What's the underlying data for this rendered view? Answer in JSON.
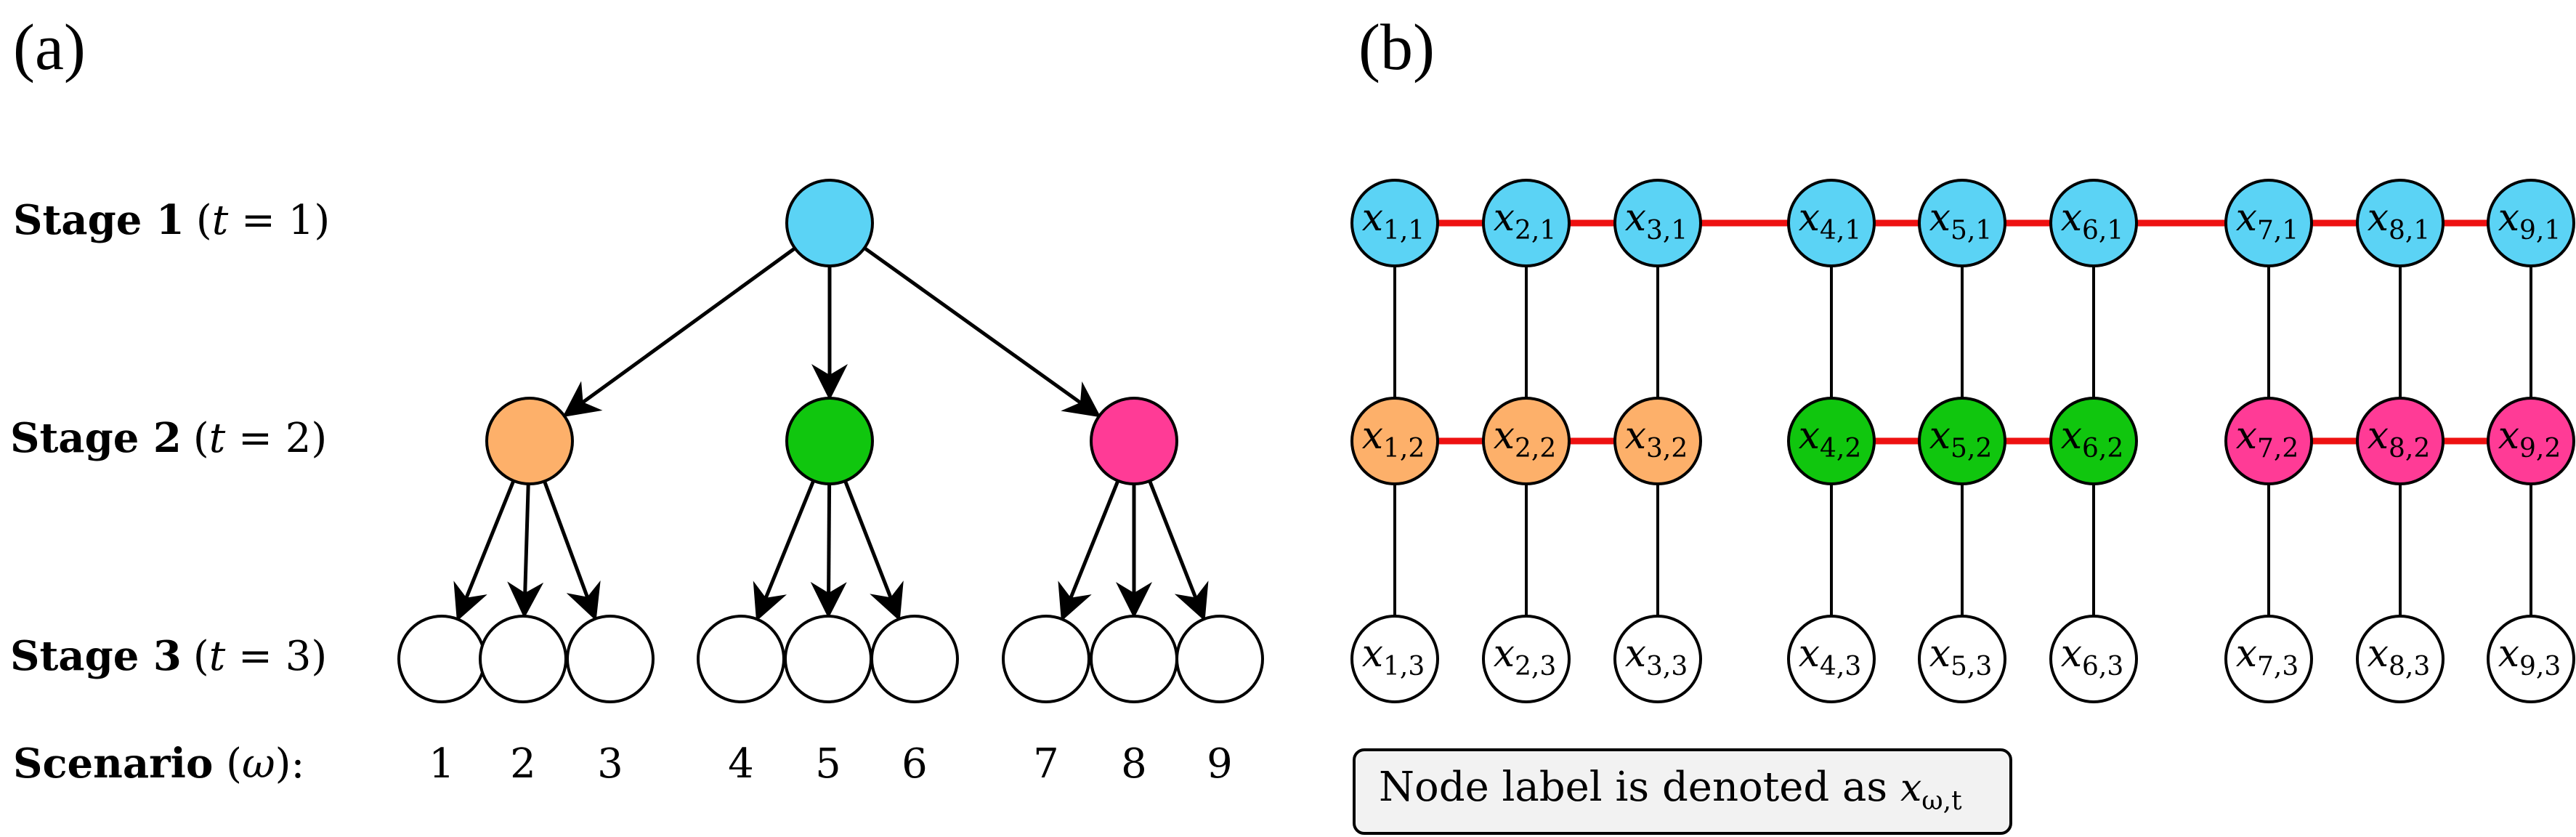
{
  "colors": {
    "stage1": "#5bd3f5",
    "group_orange": "#fdb06a",
    "group_green": "#10c60e",
    "group_pink": "#ff3b96",
    "stage3": "#ffffff",
    "horizontal_edge": "#ee1111",
    "vertical_edge": "#000000",
    "arrow": "#000000",
    "legend_fill": "#f2f2f2"
  },
  "panel_a": {
    "letter": "(a)",
    "stages": [
      {
        "bold": "Stage 1",
        "math_open": "(",
        "t": "t",
        "eq": " = 1)"
      },
      {
        "bold": "Stage 2",
        "math_open": "(",
        "t": "t",
        "eq": " = 2)"
      },
      {
        "bold": "Stage 3",
        "math_open": "(",
        "t": "t",
        "eq": " = 3)"
      }
    ],
    "scenario_label": {
      "bold": "Scenario",
      "open": " (",
      "omega": "ω",
      "close": "):"
    },
    "scenarios": [
      "1",
      "2",
      "3",
      "4",
      "5",
      "6",
      "7",
      "8",
      "9"
    ]
  },
  "panel_b": {
    "letter": "(b)",
    "rows": [
      {
        "stage": 1,
        "labels": [
          {
            "x": "x",
            "sub": "1,1"
          },
          {
            "x": "x",
            "sub": "2,1"
          },
          {
            "x": "x",
            "sub": "3,1"
          },
          {
            "x": "x",
            "sub": "4,1"
          },
          {
            "x": "x",
            "sub": "5,1"
          },
          {
            "x": "x",
            "sub": "6,1"
          },
          {
            "x": "x",
            "sub": "7,1"
          },
          {
            "x": "x",
            "sub": "8,1"
          },
          {
            "x": "x",
            "sub": "9,1"
          }
        ]
      },
      {
        "stage": 2,
        "labels": [
          {
            "x": "x",
            "sub": "1,2"
          },
          {
            "x": "x",
            "sub": "2,2"
          },
          {
            "x": "x",
            "sub": "3,2"
          },
          {
            "x": "x",
            "sub": "4,2"
          },
          {
            "x": "x",
            "sub": "5,2"
          },
          {
            "x": "x",
            "sub": "6,2"
          },
          {
            "x": "x",
            "sub": "7,2"
          },
          {
            "x": "x",
            "sub": "8,2"
          },
          {
            "x": "x",
            "sub": "9,2"
          }
        ]
      },
      {
        "stage": 3,
        "labels": [
          {
            "x": "x",
            "sub": "1,3"
          },
          {
            "x": "x",
            "sub": "2,3"
          },
          {
            "x": "x",
            "sub": "3,3"
          },
          {
            "x": "x",
            "sub": "4,3"
          },
          {
            "x": "x",
            "sub": "5,3"
          },
          {
            "x": "x",
            "sub": "6,3"
          },
          {
            "x": "x",
            "sub": "7,3"
          },
          {
            "x": "x",
            "sub": "8,3"
          },
          {
            "x": "x",
            "sub": "9,3"
          }
        ]
      }
    ],
    "legend": {
      "text": "Node label is denoted as ",
      "x": "x",
      "sub": "ω,t"
    }
  }
}
